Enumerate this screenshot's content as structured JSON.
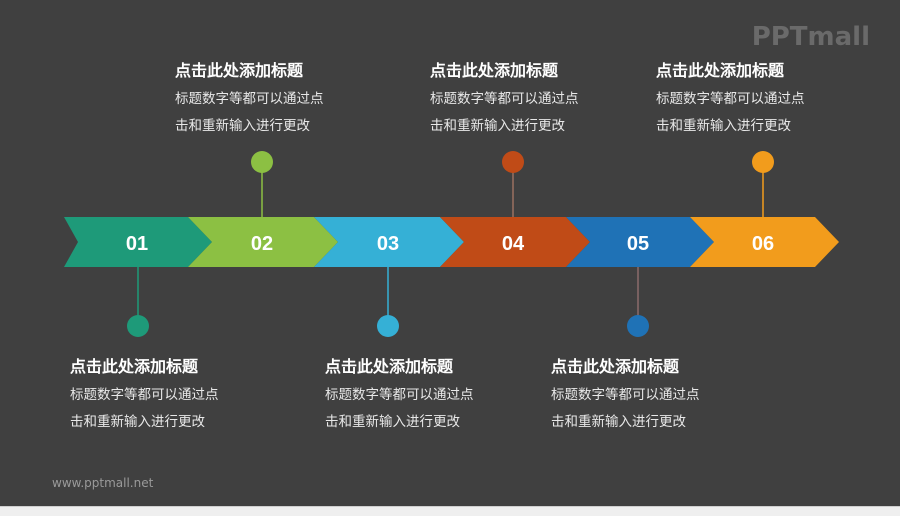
{
  "logo": {
    "text": "PPTmall",
    "color": "#6a6a6a"
  },
  "footer": {
    "text": "www.pptmall.net"
  },
  "background": "#404040",
  "segments": [
    {
      "label": "01",
      "color": "#1e9a79"
    },
    {
      "label": "02",
      "color": "#8cc043"
    },
    {
      "label": "03",
      "color": "#35b0d6"
    },
    {
      "label": "04",
      "color": "#c04b17"
    },
    {
      "label": "05",
      "color": "#1f72b6"
    },
    {
      "label": "06",
      "color": "#f29c1c"
    }
  ],
  "markers": [
    {
      "step": "01",
      "position": "below",
      "color": "#1e9a79"
    },
    {
      "step": "02",
      "position": "above",
      "color": "#8cc043"
    },
    {
      "step": "03",
      "position": "below",
      "color": "#35b0d6"
    },
    {
      "step": "04",
      "position": "above",
      "color": "#c04b17"
    },
    {
      "step": "05",
      "position": "below",
      "color": "#1f72b6"
    },
    {
      "step": "06",
      "position": "above",
      "color": "#f29c1c"
    }
  ],
  "items": [
    {
      "title": "点击此处添加标题",
      "line1": "标题数字等都可以通过点",
      "line2": "击和重新输入进行更改"
    },
    {
      "title": "点击此处添加标题",
      "line1": "标题数字等都可以通过点",
      "line2": "击和重新输入进行更改"
    },
    {
      "title": "点击此处添加标题",
      "line1": "标题数字等都可以通过点",
      "line2": "击和重新输入进行更改"
    },
    {
      "title": "点击此处添加标题",
      "line1": "标题数字等都可以通过点",
      "line2": "击和重新输入进行更改"
    },
    {
      "title": "点击此处添加标题",
      "line1": "标题数字等都可以通过点",
      "line2": "击和重新输入进行更改"
    },
    {
      "title": "点击此处添加标题",
      "line1": "标题数字等都可以通过点",
      "line2": "击和重新输入进行更改"
    }
  ]
}
